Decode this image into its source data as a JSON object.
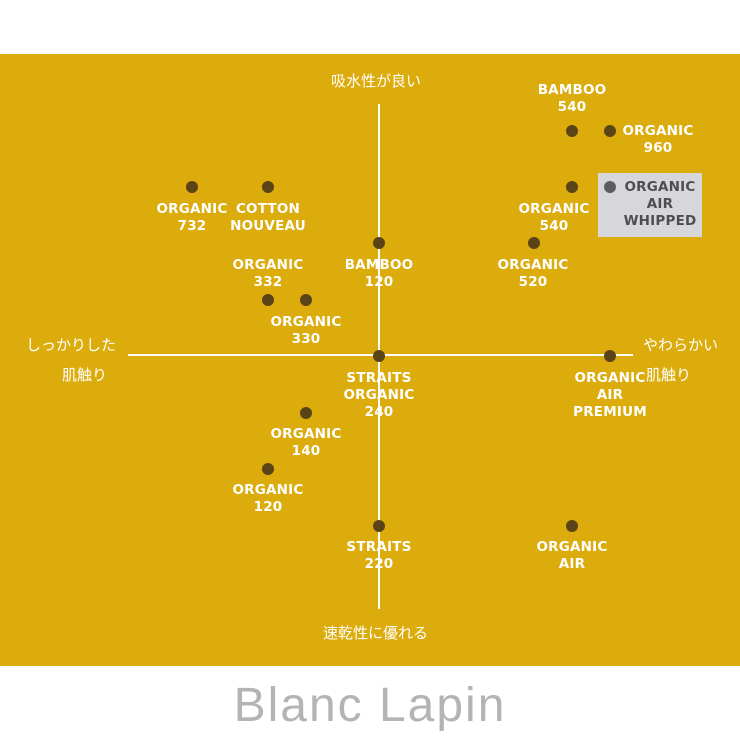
{
  "axes": {
    "top": "吸水性が良い",
    "bottom": "速乾性に優れる",
    "left_line1": "しっかりした",
    "left_line2": "肌触り",
    "right_line1": "やわらかい",
    "right_line2": "肌触り"
  },
  "points": [
    {
      "id": "bamboo-540",
      "lines": [
        "BAMBOO",
        "540"
      ]
    },
    {
      "id": "organic-960",
      "lines": [
        "ORGANIC",
        "960"
      ]
    },
    {
      "id": "organic-air-whipped",
      "lines": [
        "ORGANIC",
        "AIR",
        "WHIPPED"
      ],
      "highlighted": true
    },
    {
      "id": "organic-732",
      "lines": [
        "ORGANIC",
        "732"
      ]
    },
    {
      "id": "cotton-nouveau",
      "lines": [
        "COTTON",
        "NOUVEAU"
      ]
    },
    {
      "id": "organic-540",
      "lines": [
        "ORGANIC",
        "540"
      ]
    },
    {
      "id": "bamboo-120",
      "lines": [
        "BAMBOO",
        "120"
      ]
    },
    {
      "id": "organic-520",
      "lines": [
        "ORGANIC",
        "520"
      ]
    },
    {
      "id": "organic-332",
      "lines": [
        "ORGANIC",
        "332"
      ]
    },
    {
      "id": "organic-330",
      "lines": [
        "ORGANIC",
        "330"
      ]
    },
    {
      "id": "straits-organic-240",
      "lines": [
        "STRAITS",
        "ORGANIC",
        "240"
      ]
    },
    {
      "id": "organic-air-premium",
      "lines": [
        "ORGANIC",
        "AIR",
        "PREMIUM"
      ]
    },
    {
      "id": "organic-140",
      "lines": [
        "ORGANIC",
        "140"
      ]
    },
    {
      "id": "organic-120",
      "lines": [
        "ORGANIC",
        "120"
      ]
    },
    {
      "id": "straits-220",
      "lines": [
        "STRAITS",
        "220"
      ]
    },
    {
      "id": "organic-air",
      "lines": [
        "ORGANIC",
        "AIR"
      ]
    }
  ],
  "colors": {
    "panel": "#dcab0c",
    "dot": "#5a4316",
    "highlight_box": "#d7d7d9",
    "highlight_text": "#4e4e50"
  },
  "brand": "Blanc Lapin"
}
